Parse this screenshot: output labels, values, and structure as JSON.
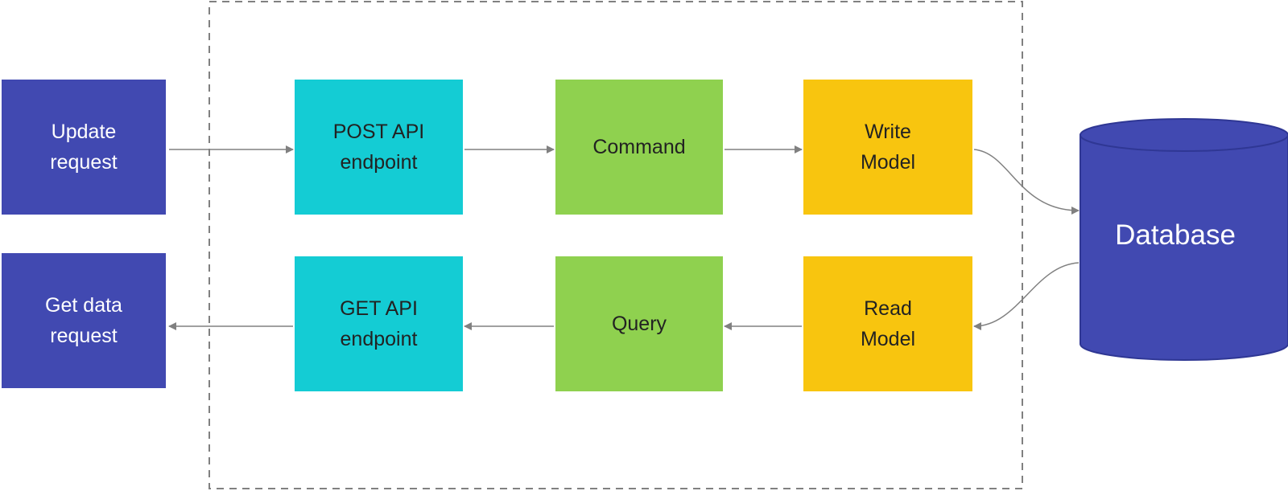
{
  "nodes": {
    "update_request": "Update\nrequest",
    "get_data_request": "Get data\nrequest",
    "post_api": "POST API\nendpoint",
    "get_api": "GET API\nendpoint",
    "command": "Command",
    "query": "Query",
    "write_model": "Write\nModel",
    "read_model": "Read\nModel",
    "database": "Database"
  },
  "colors": {
    "client": "#4149b1",
    "api": "#14ccd4",
    "command_query": "#8fd14f",
    "model": "#f8c50f",
    "database": "#4149b1",
    "connector": "#808080",
    "boundary": "#808080"
  }
}
